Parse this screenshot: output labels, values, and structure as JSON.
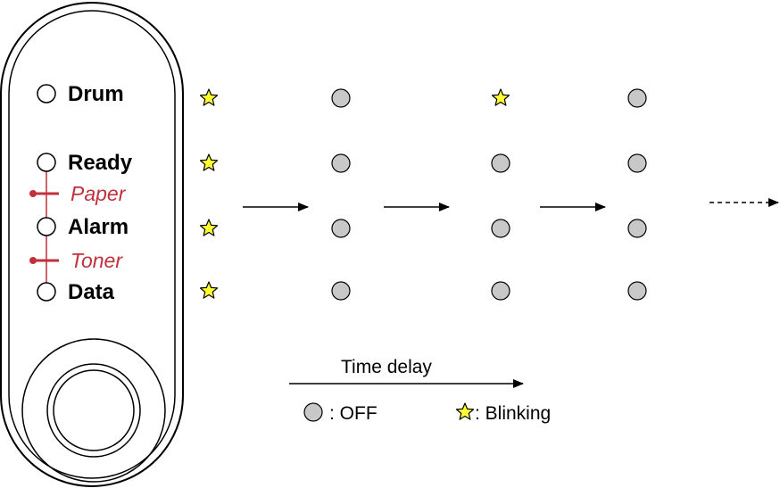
{
  "panel": {
    "leds": [
      {
        "name": "led-drum",
        "label": "Drum"
      },
      {
        "name": "led-ready",
        "label": "Ready"
      },
      {
        "name": "led-alarm",
        "label": "Alarm"
      },
      {
        "name": "led-data",
        "label": "Data"
      }
    ],
    "sub_labels": [
      {
        "name": "paper-label",
        "label": "Paper"
      },
      {
        "name": "toner-label",
        "label": "Toner"
      }
    ]
  },
  "sequence": [
    [
      "blinking",
      "blinking",
      "blinking",
      "blinking"
    ],
    [
      "off",
      "off",
      "off",
      "off"
    ],
    [
      "blinking",
      "off",
      "off",
      "off"
    ],
    [
      "off",
      "off",
      "off",
      "off"
    ]
  ],
  "legend": {
    "time_delay": "Time delay",
    "off_label": ": OFF",
    "blinking_label": ": Blinking"
  },
  "colors": {
    "off_fill": "#c8c8c8",
    "star_fill": "#ffff33",
    "accent": "#c0313c"
  }
}
